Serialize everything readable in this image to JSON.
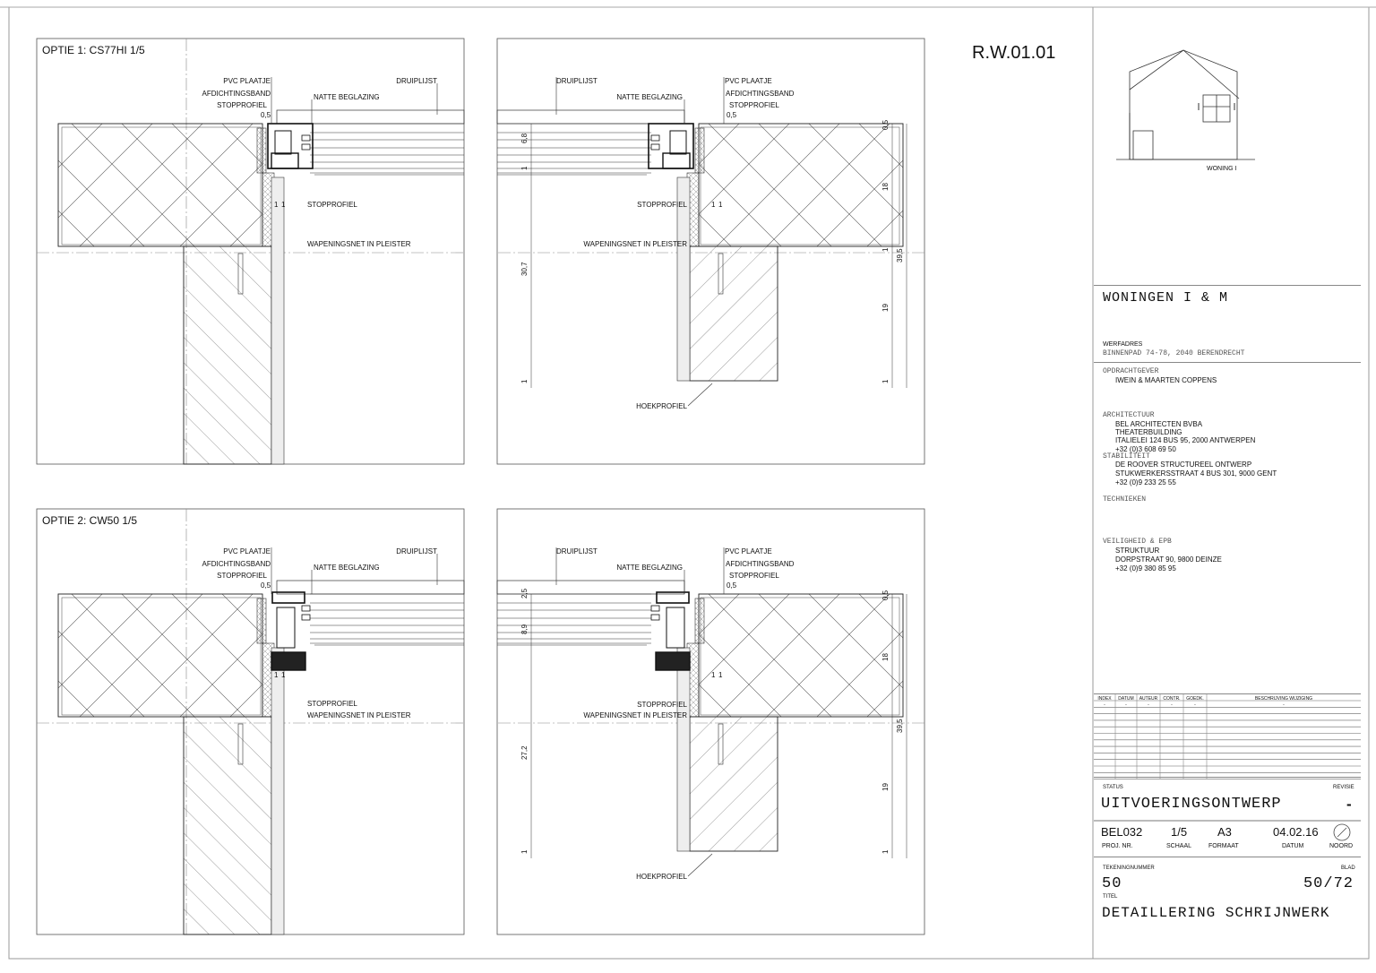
{
  "sheet_code": "R.W.01.01",
  "header_faint": "",
  "panels": {
    "opt1_left": {
      "title": "OPTIE 1:  CS77HI 1/5",
      "labels": {
        "pvc": "PVC PLAATJE",
        "afd": "AFDICHTINGSBAND",
        "stop1": "STOPPROFIEL",
        "natte": "NATTE BEGLAZING",
        "druip": "DRUIPLIJST",
        "stop2": "STOPPROFIEL",
        "wap": "WAPENINGSNET IN PLEISTER"
      },
      "dims": [
        "0,5",
        "1",
        "1"
      ]
    },
    "opt1_right": {
      "labels": {
        "druip": "DRUIPLIJST",
        "natte": "NATTE BEGLAZING",
        "pvc": "PVC PLAATJE",
        "afd": "AFDICHTINGSBAND",
        "stop1": "STOPPROFIEL",
        "stop2": "STOPPROFIEL",
        "wap": "WAPENINGSNET IN PLEISTER",
        "hoek": "HOEKPROFIEL"
      },
      "dims_left": [
        "6,8",
        "1",
        "30,7",
        "1"
      ],
      "dims_right": [
        "0,5",
        "18",
        "1",
        "39,5",
        "19",
        "1"
      ],
      "dims_small": [
        "0,5",
        "1",
        "1"
      ]
    },
    "opt2_left": {
      "title": "OPTIE 2:  CW50 1/5",
      "labels": {
        "pvc": "PVC PLAATJE",
        "afd": "AFDICHTINGSBAND",
        "stop1": "STOPPROFIEL",
        "natte": "NATTE BEGLAZING",
        "druip": "DRUIPLIJST",
        "stop2": "STOPPROFIEL",
        "wap": "WAPENINGSNET IN PLEISTER"
      },
      "dims": [
        "0,5",
        "1",
        "1"
      ]
    },
    "opt2_right": {
      "labels": {
        "druip": "DRUIPLIJST",
        "natte": "NATTE BEGLAZING",
        "pvc": "PVC PLAATJE",
        "afd": "AFDICHTINGSBAND",
        "stop1": "STOPPROFIEL",
        "stop2": "STOPPROFIEL",
        "wap": "WAPENINGSNET IN PLEISTER",
        "hoek": "HOEKPROFIEL"
      },
      "dims_left": [
        "2,5",
        "8,9",
        "27,2",
        "1"
      ],
      "dims_right": [
        "0,5",
        "18",
        "39,5",
        "19",
        "1"
      ],
      "dims_small": [
        "0,5",
        "1",
        "1"
      ]
    }
  },
  "titleblock": {
    "house_label": "WONING I",
    "project": "WONINGEN I & M",
    "werfadres_label": "WERFADRES",
    "werfadres": "BINNENPAD 74-78, 2040 BERENDRECHT",
    "opdrachtgever_label": "OPDRACHTGEVER",
    "opdrachtgever": "IWEIN & MAARTEN COPPENS",
    "architectuur_label": "ARCHITECTUUR",
    "architectuur": [
      "BEL ARCHITECTEN BVBA",
      "THEATERBUILDING",
      "ITALIELEI 124 BUS 95, 2000 ANTWERPEN",
      "+32 (0)3 608 69 50"
    ],
    "stabiliteit_label": "STABILITEIT",
    "stabiliteit": [
      "DE ROOVER STRUCTUREEL ONTWERP",
      "STUKWERKERSSTRAAT 4 BUS 301, 9000 GENT",
      "+32 (0)9 233 25 55"
    ],
    "technieken_label": "TECHNIEKEN",
    "veiligheid_label": "VEILIGHEID & EPB",
    "veiligheid": [
      "STRUKTUUR",
      "DORPSTRAAT 90, 9800 DEINZE",
      "+32 (0)9 380 85 95"
    ],
    "revision_table": {
      "headers": [
        "INDEX",
        "DATUM",
        "AUTEUR",
        "CONTR.",
        "GOEDK.",
        "BESCHRIJVING WIJZIGING"
      ],
      "row": [
        "-",
        "-",
        "-",
        "-",
        "-",
        "-"
      ]
    },
    "status_label": "STATUS",
    "revisie_label": "REVISIE",
    "status": "UITVOERINGSONTWERP",
    "revisie": "-",
    "proj_nr": "BEL032",
    "proj_nr_label": "PROJ. NR.",
    "schaal": "1/5",
    "schaal_label": "SCHAAL",
    "formaat": "A3",
    "formaat_label": "FORMAAT",
    "datum": "04.02.16",
    "datum_label": "DATUM",
    "noord_label": "NOORD",
    "tekeningnummer_label": "TEKENINGNUMMER",
    "tekeningnummer": "50",
    "blad_label": "BLAD",
    "blad": "50/72",
    "titel_label": "TITEL",
    "titel": "DETAILLERING SCHRIJNWERK"
  }
}
